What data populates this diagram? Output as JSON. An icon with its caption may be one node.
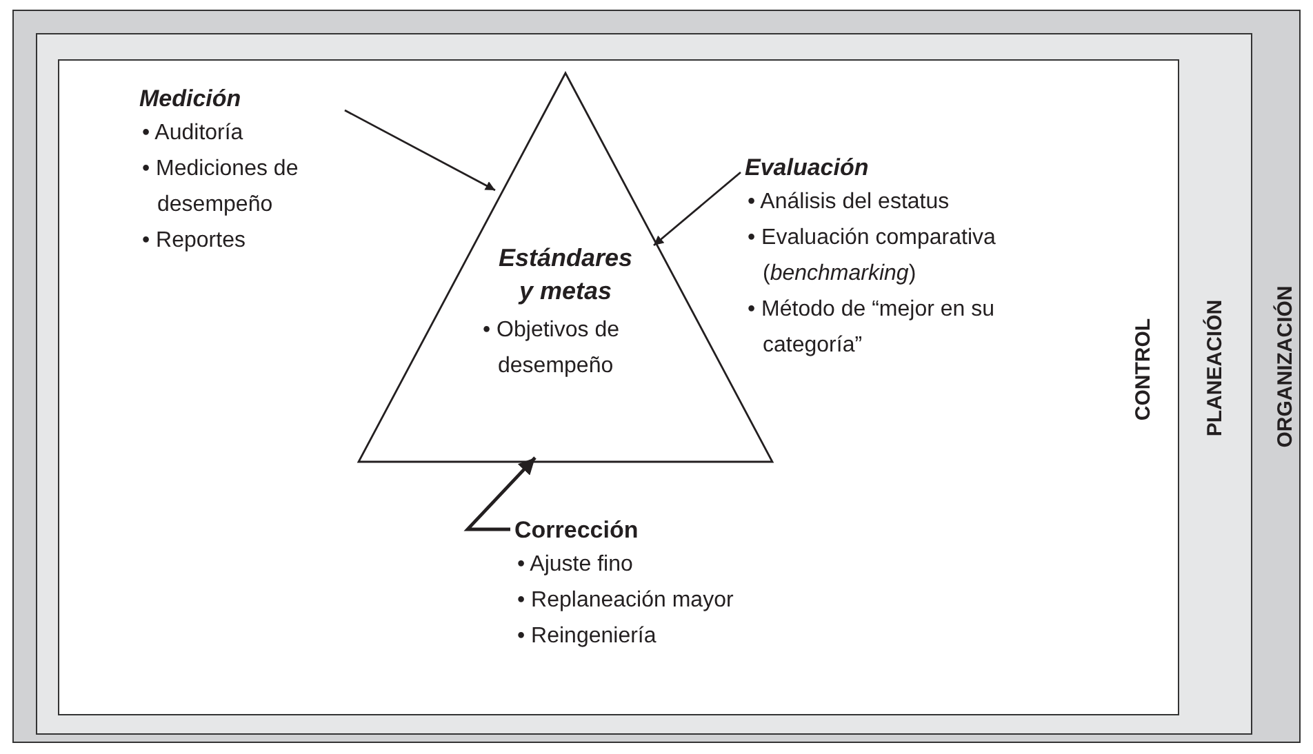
{
  "diagram": {
    "nodes": [
      {
        "text": [
          "ORGANIZACIÓN"
        ]
      },
      {
        "text": [
          "PLANEACIÓN"
        ],
        "in": 0
      },
      {
        "text": [
          "CONTROL"
        ],
        "in": 1
      },
      {
        "text": [
          "Medición",
          "• Auditoría",
          "• Mediciones de desempeño",
          "• Reportes"
        ],
        "in": 2
      },
      {
        "text": [
          "Estándares y metas",
          "• Objetivos de desempeño"
        ],
        "in": 2
      },
      {
        "text": [
          "Evaluación",
          "• Análisis del estatus",
          "• Evaluación comparativa (*benchmarking*)",
          "• Método de “mejor en su categoría”"
        ],
        "in": 2
      },
      {
        "text": [
          "Corrección",
          "• Ajuste fino",
          "• Replaneación mayor",
          "• Reingeniería"
        ],
        "in": 2
      }
    ],
    "edges": [
      {
        "from": 3,
        "to": 4,
        "arrow": "to"
      },
      {
        "from": 5,
        "to": 4,
        "arrow": "to"
      },
      {
        "from": 6,
        "to": 4,
        "arrow": "to"
      }
    ]
  }
}
